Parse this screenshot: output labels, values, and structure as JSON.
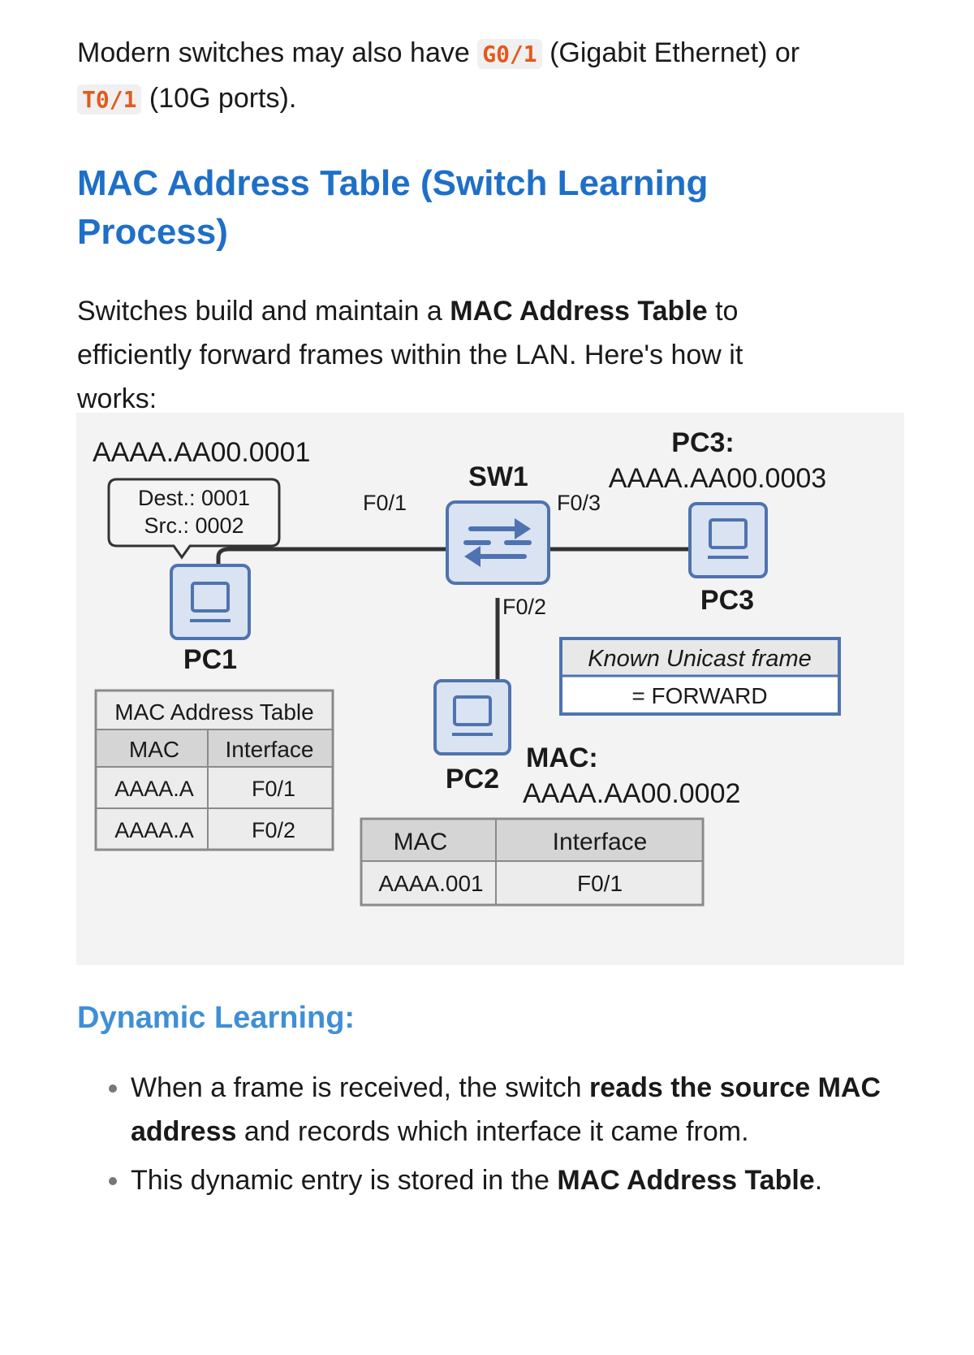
{
  "intro": {
    "text_before": "Modern switches may also have ",
    "code1": "G0/1",
    "text_mid": " (Gigabit Ethernet) or",
    "code2": "T0/1",
    "text_after": " (10G ports)."
  },
  "section": {
    "title": "MAC Address Table (Switch Learning Process)",
    "para_before": "Switches build and maintain a ",
    "para_bold": "MAC Address Table",
    "para_after": " to efficiently forward frames within the LAN. Here's how it works:"
  },
  "diagram": {
    "pc1_mac": "AAAA.AA00.0001",
    "bubble_line1": "Dest.: 0001",
    "bubble_line2": "Src.: 0002",
    "pc1_label": "PC1",
    "switch_label": "SW1",
    "port_f01": "F0/1",
    "port_f03": "F0/3",
    "port_f02": "F0/2",
    "pc3_title": "PC3:",
    "pc3_mac": "AAAA.AA00.0003",
    "pc3_label": "PC3",
    "pc2_label": "PC2",
    "pc2_mac_title": "MAC:",
    "pc2_mac": "AAAA.AA00.0002",
    "known_line1": "Known Unicast frame",
    "known_line2": "= FORWARD",
    "left_table": {
      "title": "MAC Address Table",
      "headers": [
        "MAC",
        "Interface"
      ],
      "rows": [
        [
          "AAAA.A",
          "F0/1"
        ],
        [
          "AAAA.A",
          "F0/2"
        ]
      ]
    },
    "bottom_table": {
      "headers": [
        "MAC",
        "Interface"
      ],
      "rows": [
        [
          "AAAA.001",
          "F0/1"
        ]
      ]
    },
    "colors": {
      "device_fill": "#d9e3f2",
      "device_stroke": "#4f73b0",
      "line": "#333333",
      "table_header": "#d5d5d5",
      "table_border": "#8a8a8a"
    }
  },
  "dynamic": {
    "title": "Dynamic Learning:",
    "item1_before": "When a frame is received, the switch ",
    "item1_bold": "reads the source MAC address",
    "item1_after": " and records which interface it came from.",
    "item2_before": "This dynamic entry is stored in the ",
    "item2_bold": "MAC Address Table",
    "item2_after": "."
  }
}
